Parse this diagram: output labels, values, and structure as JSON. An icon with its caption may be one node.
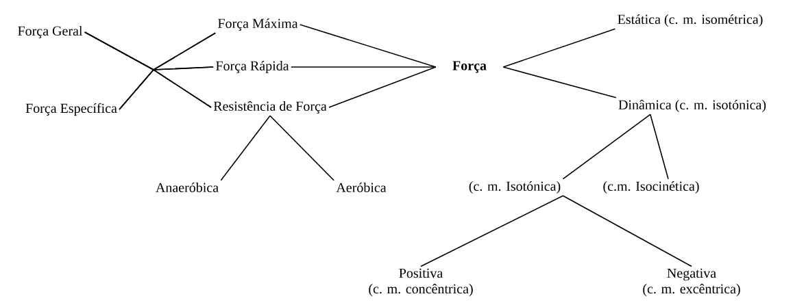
{
  "diagram": {
    "nodes": [
      {
        "text": [
          "Força Geral"
        ]
      },
      {
        "text": [
          "Força Específica"
        ]
      },
      {
        "text": [
          "Força Máxima"
        ]
      },
      {
        "text": [
          "Força Rápida"
        ]
      },
      {
        "text": [
          "Resistência de Força"
        ]
      },
      {
        "text": [
          "Força"
        ]
      },
      {
        "text": [
          "Estática (c. m. isométrica)"
        ]
      },
      {
        "text": [
          "Dinâmica (c. m. isotónica)"
        ]
      },
      {
        "text": [
          "Anaeróbica"
        ]
      },
      {
        "text": [
          "Aeróbica"
        ]
      },
      {
        "text": [
          "(c. m. Isotónica)"
        ]
      },
      {
        "text": [
          "(c.m. Isocinética)"
        ]
      },
      {
        "text": [
          "Positiva",
          "(c. m. concêntrica)"
        ]
      },
      {
        "text": [
          "Negativa",
          "(c. m. excêntrica)"
        ]
      }
    ],
    "edges": [
      {
        "from": 0,
        "to": 2,
        "arrow": "none"
      },
      {
        "from": 0,
        "to": 3,
        "arrow": "none"
      },
      {
        "from": 0,
        "to": 4,
        "arrow": "none"
      },
      {
        "from": 1,
        "to": 2,
        "arrow": "none"
      },
      {
        "from": 1,
        "to": 3,
        "arrow": "none"
      },
      {
        "from": 1,
        "to": 4,
        "arrow": "none"
      },
      {
        "from": 2,
        "to": 5,
        "arrow": "none"
      },
      {
        "from": 3,
        "to": 5,
        "arrow": "none"
      },
      {
        "from": 4,
        "to": 5,
        "arrow": "none"
      },
      {
        "from": 5,
        "to": 6,
        "arrow": "none"
      },
      {
        "from": 5,
        "to": 7,
        "arrow": "none"
      },
      {
        "from": 4,
        "to": 8,
        "arrow": "none"
      },
      {
        "from": 4,
        "to": 9,
        "arrow": "none"
      },
      {
        "from": 7,
        "to": 10,
        "arrow": "none"
      },
      {
        "from": 7,
        "to": 11,
        "arrow": "none"
      },
      {
        "from": 10,
        "to": 12,
        "arrow": "none"
      },
      {
        "from": 10,
        "to": 13,
        "arrow": "none"
      }
    ]
  }
}
